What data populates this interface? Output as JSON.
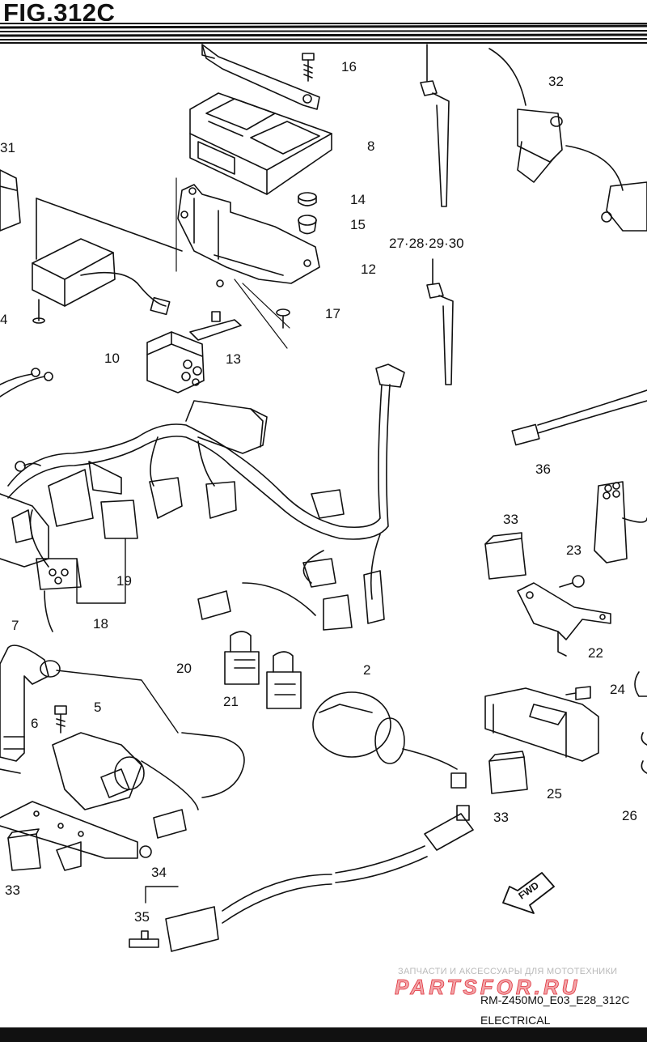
{
  "title": "FIG.312C",
  "callouts": [
    {
      "id": "c16",
      "text": "16"
    },
    {
      "id": "c8",
      "text": "8"
    },
    {
      "id": "c14",
      "text": "14"
    },
    {
      "id": "c15",
      "text": "15"
    },
    {
      "id": "c12",
      "text": "12"
    },
    {
      "id": "c17",
      "text": "17"
    },
    {
      "id": "c13",
      "text": "13"
    },
    {
      "id": "c10",
      "text": "10"
    },
    {
      "id": "c31",
      "text": "31"
    },
    {
      "id": "c4",
      "text": "4"
    },
    {
      "id": "c32",
      "text": "32"
    },
    {
      "id": "c27",
      "text": "27·28·29·30"
    },
    {
      "id": "c36",
      "text": "36"
    },
    {
      "id": "c33a",
      "text": "33"
    },
    {
      "id": "c23",
      "text": "23"
    },
    {
      "id": "c22",
      "text": "22"
    },
    {
      "id": "c19",
      "text": "19"
    },
    {
      "id": "c18",
      "text": "18"
    },
    {
      "id": "c7",
      "text": "7"
    },
    {
      "id": "c2",
      "text": "2"
    },
    {
      "id": "c20",
      "text": "20"
    },
    {
      "id": "c21",
      "text": "21"
    },
    {
      "id": "c24",
      "text": "24"
    },
    {
      "id": "c6",
      "text": "6"
    },
    {
      "id": "c5",
      "text": "5"
    },
    {
      "id": "c25",
      "text": "25"
    },
    {
      "id": "c33b",
      "text": "33"
    },
    {
      "id": "c26",
      "text": "26"
    },
    {
      "id": "c33c",
      "text": "33"
    },
    {
      "id": "c34",
      "text": "34"
    },
    {
      "id": "c35",
      "text": "35"
    }
  ],
  "fwd_label": "FWD",
  "watermark_text": "ЗАПЧАСТИ И АКСЕССУАРЫ ДЛЯ МОТОТЕХНИКИ",
  "watermark_logo": "PARTSFOR.RU",
  "model_code": "RM-Z450M0_E03_E28_312C",
  "section_name": "ELECTRICAL",
  "colors": {
    "ink": "#111111",
    "watermark": "#e0323c",
    "watermark_grey": "#b9b9b9"
  }
}
